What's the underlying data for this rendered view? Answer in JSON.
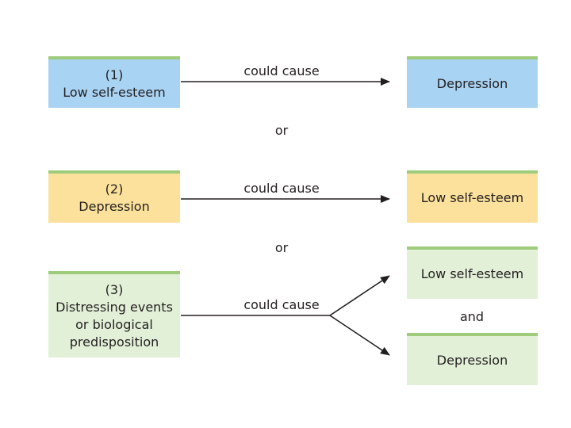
{
  "colors": {
    "blue_box": "#a9d3f3",
    "yellow_box": "#fbe19b",
    "green_box": "#e3f0d8",
    "box_top_border": "#9fcc7b"
  },
  "row1": {
    "left_box": {
      "number": "(1)",
      "label": "Low self-esteem"
    },
    "arrow_label": "could cause",
    "right_box": {
      "label": "Depression"
    }
  },
  "or_1": "or",
  "row2": {
    "left_box": {
      "number": "(2)",
      "label": "Depression"
    },
    "arrow_label": "could cause",
    "right_box": {
      "label": "Low self-esteem"
    }
  },
  "or_2": "or",
  "row3": {
    "left_box": {
      "number": "(3)",
      "lines": [
        "Distressing events",
        "or biological",
        "predisposition"
      ]
    },
    "arrow_label": "could cause",
    "right_top_box": {
      "label": "Low self-esteem"
    },
    "and_label": "and",
    "right_bottom_box": {
      "label": "Depression"
    }
  }
}
